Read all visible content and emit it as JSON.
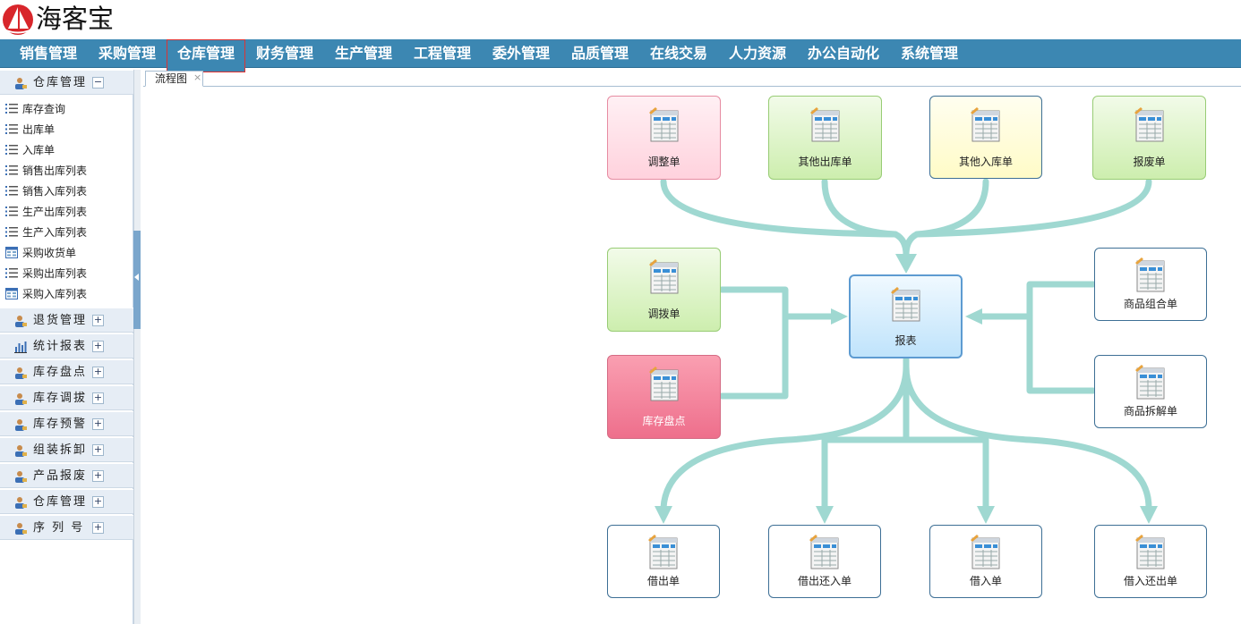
{
  "app": {
    "logo_text": "海客宝"
  },
  "topnav": {
    "items": [
      "销售管理",
      "采购管理",
      "仓库管理",
      "财务管理",
      "生产管理",
      "工程管理",
      "委外管理",
      "品质管理",
      "在线交易",
      "人力资源",
      "办公自动化",
      "系统管理"
    ],
    "active": "仓库管理"
  },
  "sidebar": {
    "sections": [
      {
        "label": "仓库管理",
        "toggle": "−",
        "expanded": true
      },
      {
        "label": "退货管理",
        "toggle": "+"
      },
      {
        "label": "统计报表",
        "toggle": "+"
      },
      {
        "label": "库存盘点",
        "toggle": "+"
      },
      {
        "label": "库存调拔",
        "toggle": "+"
      },
      {
        "label": "库存预警",
        "toggle": "+"
      },
      {
        "label": "组装拆卸",
        "toggle": "+"
      },
      {
        "label": "产品报废",
        "toggle": "+"
      },
      {
        "label": "仓库管理",
        "toggle": "+"
      },
      {
        "label": "序 列 号",
        "toggle": "+"
      }
    ],
    "items": [
      {
        "label": "库存查询",
        "icon": "list-icon"
      },
      {
        "label": "出库单",
        "icon": "list-icon"
      },
      {
        "label": "入库单",
        "icon": "list-icon"
      },
      {
        "label": "销售出库列表",
        "icon": "list-icon"
      },
      {
        "label": "销售入库列表",
        "icon": "list-icon"
      },
      {
        "label": "生产出库列表",
        "icon": "list-icon"
      },
      {
        "label": "生产入库列表",
        "icon": "list-icon"
      },
      {
        "label": "采购收货单",
        "icon": "form-icon"
      },
      {
        "label": "采购出库列表",
        "icon": "list-icon"
      },
      {
        "label": "采购入库列表",
        "icon": "form-icon"
      }
    ]
  },
  "tabs": [
    {
      "label": "流程图",
      "close": "×"
    }
  ],
  "flow": {
    "nodes": {
      "adjust": "调整单",
      "other_out": "其他出库单",
      "other_in": "其他入库单",
      "scrap": "报废单",
      "transfer": "调拨单",
      "stocktake": "库存盘点",
      "report": "报表",
      "combine": "商品组合单",
      "split": "商品拆解单",
      "lend_out": "借出单",
      "lend_return_in": "借出还入单",
      "borrow_in": "借入单",
      "borrow_return_out": "借入还出单"
    },
    "connector_color": "#9fd8d1"
  }
}
